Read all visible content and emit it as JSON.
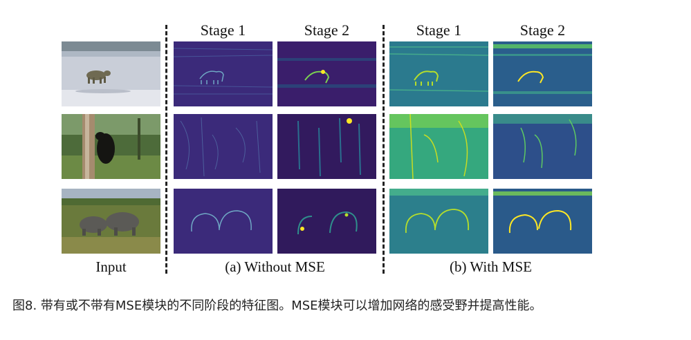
{
  "columns": {
    "without_stage1": "Stage 1",
    "without_stage2": "Stage 2",
    "with_stage1": "Stage 1",
    "with_stage2": "Stage 2"
  },
  "group_labels": {
    "input": "Input",
    "without": "(a) Without MSE",
    "with": "(b) With MSE"
  },
  "caption": "图8. 带有或不带有MSE模块的不同阶段的特征图。MSE模块可以增加网络的感受野并提高性能。",
  "rows": [
    {
      "subject": "polar-bear"
    },
    {
      "subject": "black-bear"
    },
    {
      "subject": "rhinos"
    }
  ],
  "colors": {
    "viridis_dark": "#3b1f6e",
    "viridis_mid": "#2b6f8e",
    "viridis_teal": "#2a9d8f",
    "viridis_green": "#7ad151",
    "viridis_yellow": "#fde725"
  }
}
